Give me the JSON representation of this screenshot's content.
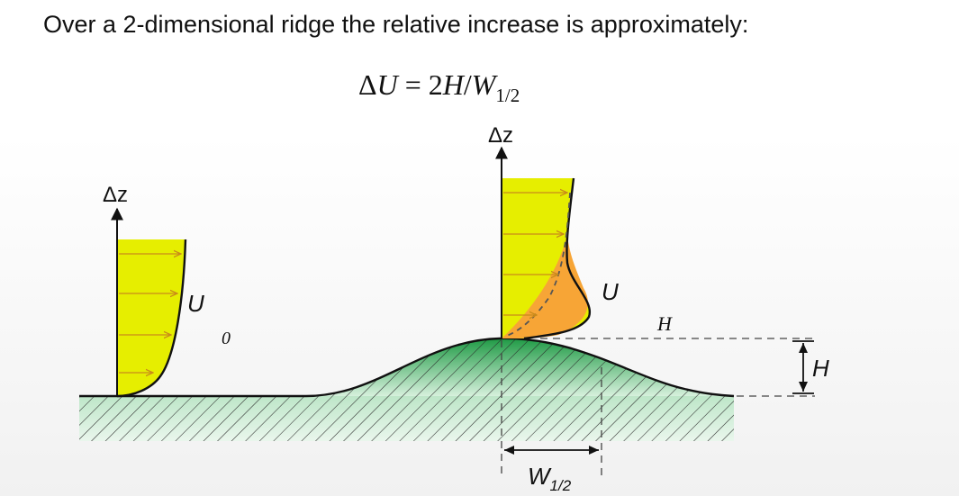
{
  "heading": "Over a 2-dimensional ridge the relative increase is approximately:",
  "formula": {
    "lhs_delta": "Δ",
    "lhs_var": "U",
    "equals": " = ",
    "coef": "2",
    "num_var": "H",
    "slash": "/",
    "den_var": "W",
    "den_sub": "1/2"
  },
  "labels": {
    "left_axis": "Δz",
    "right_axis": "Δz",
    "left_profile_U": "U",
    "left_profile_sub": "0",
    "right_profile_U": "U",
    "crest_height": "H",
    "height_dim": "H",
    "halfwidth_main": "W",
    "halfwidth_sub": "1/2"
  },
  "colors": {
    "profile_yellow": "#e6ee00",
    "speedup_orange": "#f7a536",
    "ridge_dark_green": "#1f9a45",
    "ridge_light_green": "#d6f0dc",
    "arrow_orange": "#c98a1a"
  }
}
